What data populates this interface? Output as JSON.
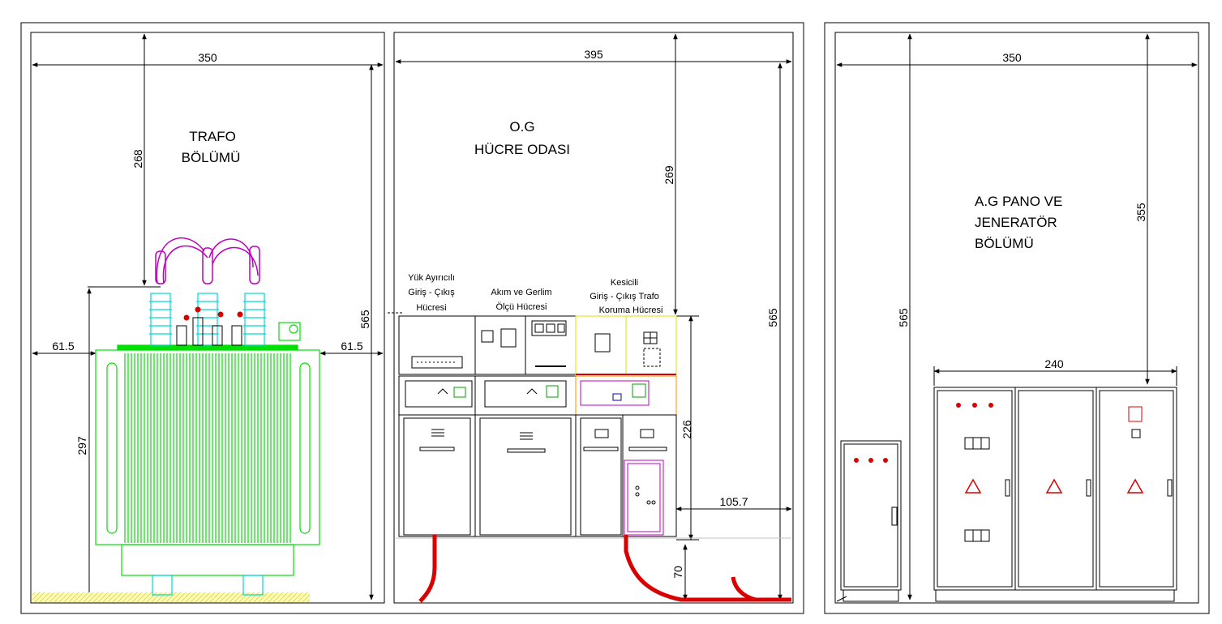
{
  "sections": {
    "trafo": {
      "title_lines": [
        "TRAFO",
        "BÖLÜMÜ"
      ],
      "width_dim": "350",
      "height_dim": "565",
      "top_dim": "268",
      "left_clear": "61.5",
      "right_clear": "61.5",
      "transformer_height": "297"
    },
    "og": {
      "title_lines": [
        "O.G",
        "HÜCRE ODASI"
      ],
      "width_dim": "395",
      "height_dim": "565",
      "top_dim": "269",
      "panel_height": "226",
      "side_clear": "105.7",
      "trench_depth": "70",
      "cells": [
        {
          "label_lines": [
            "Yük Ayırıcılı",
            "Giriş - Çıkış",
            "Hücresi"
          ]
        },
        {
          "label_lines": [
            "Akım ve Gerlim",
            "Ölçü Hücresi"
          ]
        },
        {
          "label_lines": [
            "Kesicili",
            "Giriş - Çıkış Trafo",
            "Koruma Hücresi"
          ]
        }
      ]
    },
    "ag": {
      "title_lines": [
        "A.G PANO VE",
        "JENERATÖR",
        "BÖLÜMÜ"
      ],
      "width_dim": "350",
      "height_dim": "565",
      "top_dim": "355",
      "panel_width": "240"
    }
  },
  "colors": {
    "transformer": "#00e000",
    "insulator": "#00d8d8",
    "cable": "#d80000",
    "bushing": "#c000c0",
    "lines": "#000000"
  },
  "icons": [
    "warning-lightning-icon",
    "door-handle-icon",
    "indicator-lamp-icon"
  ]
}
